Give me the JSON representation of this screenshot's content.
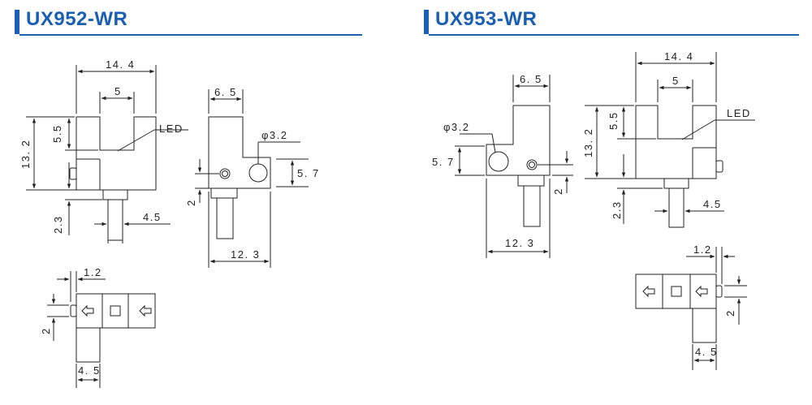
{
  "left": {
    "title": "UX952-WR",
    "dims": {
      "w14_4": "14. 4",
      "w5": "5",
      "h5_5": "5.5",
      "h13_2": "13. 2",
      "h2_3": "2.3",
      "w4_5": "4.5",
      "w6_5": "6. 5",
      "phi3_2": "φ3.2",
      "h5_7": "5. 7",
      "h2": "2",
      "w12_3": "12. 3",
      "w1_2": "1.2",
      "b2": "2",
      "b4_5": "4. 5"
    },
    "led": "LED"
  },
  "right": {
    "title": "UX953-WR",
    "dims": {
      "w6_5": "6. 5",
      "phi3_2": "φ3.2",
      "h5_7": "5. 7",
      "h2": "2",
      "w12_3": "12. 3",
      "w14_4": "14. 4",
      "w5": "5",
      "h5_5": "5.5",
      "h13_2": "13. 2",
      "h2_3": "2.3",
      "w4_5": "4.5",
      "w1_2": "1.2",
      "b2": "2",
      "b4_5": "4. 5"
    },
    "led": "LED"
  }
}
